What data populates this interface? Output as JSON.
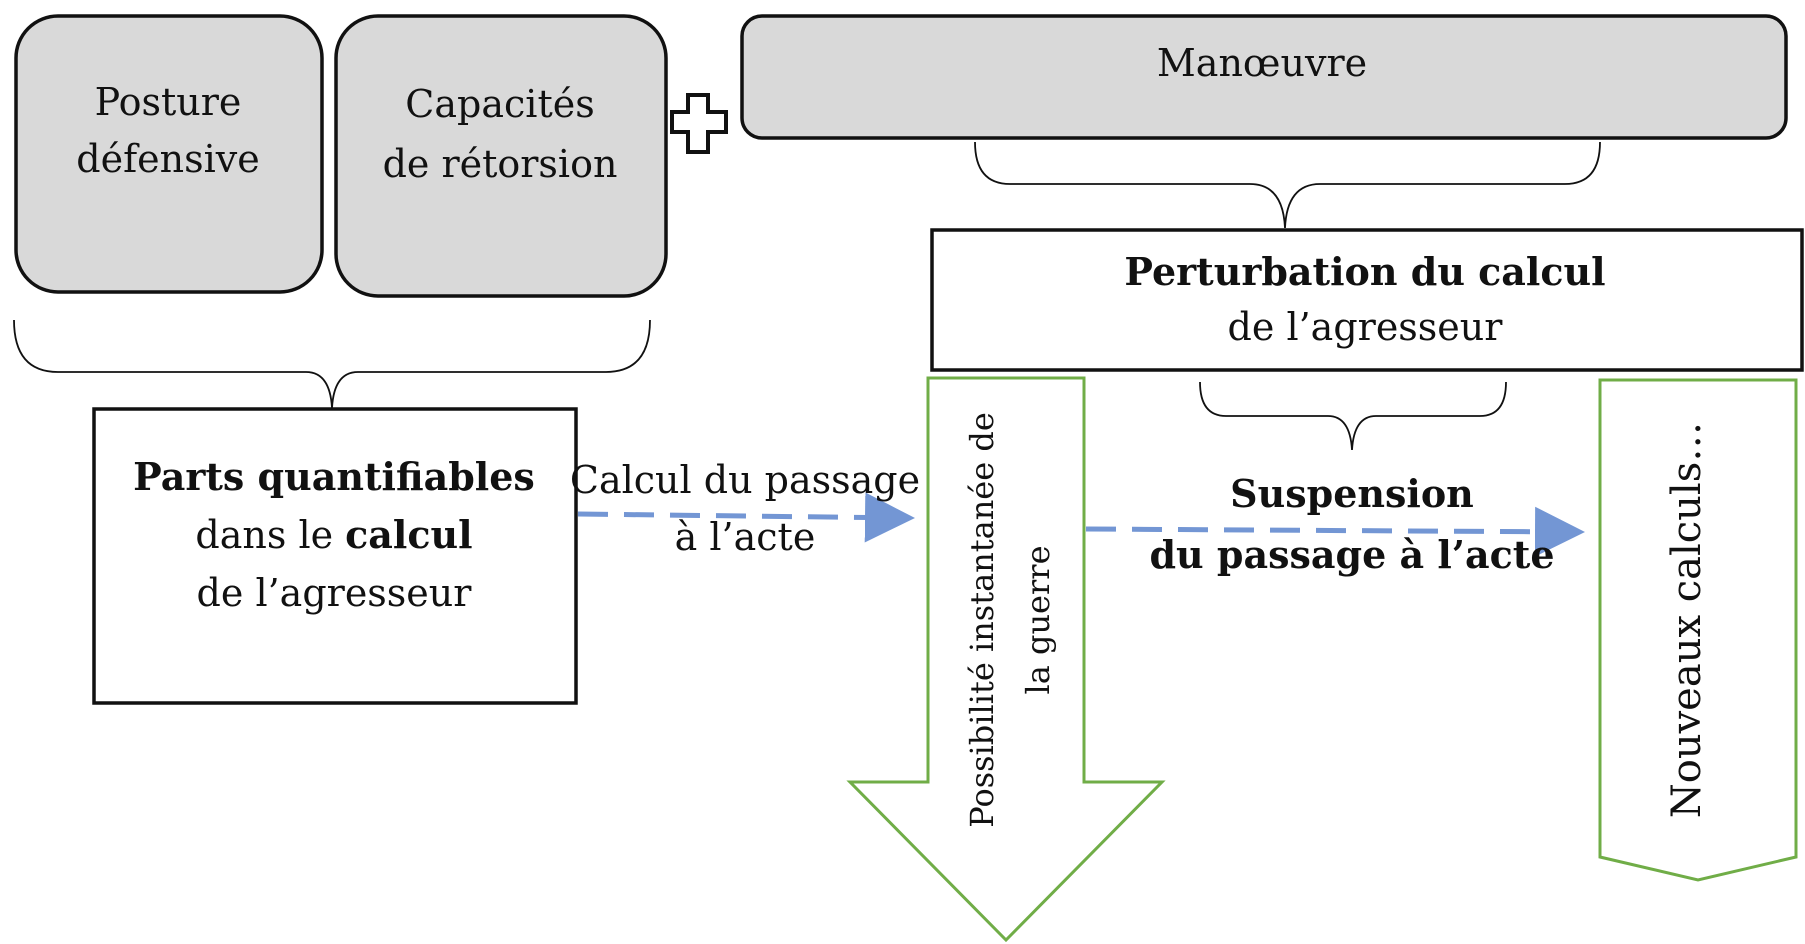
{
  "boxes": {
    "posture": {
      "line1": "Posture",
      "line2": "défensive"
    },
    "capacites": {
      "line1": "Capacités",
      "line2": "de rétorsion"
    },
    "manoeuvre": {
      "label": "Manœuvre"
    },
    "perturbation": {
      "title": "Perturbation du calcul",
      "sub": "de l’agresseur"
    },
    "parts": {
      "title": "Parts quantifiables",
      "line2_prefix": "dans le ",
      "line2_bold": "calcul",
      "line3": "de l’agresseur"
    }
  },
  "arrows": {
    "calcul_passage": {
      "line1": "Calcul du passage",
      "line2": "à l’acte"
    },
    "suspension": {
      "line1": "Suspension",
      "line2": "du passage à l’acte"
    },
    "possibilite": {
      "line1": "Possibilité instantanée de",
      "line2": "la guerre"
    },
    "nouveaux": {
      "label": "Nouveaux calculs…"
    }
  },
  "colors": {
    "gray_fill": "#d9d9d9",
    "green_outline": "#70ad47",
    "blue_dash": "#7396d4",
    "stroke": "#111111"
  }
}
